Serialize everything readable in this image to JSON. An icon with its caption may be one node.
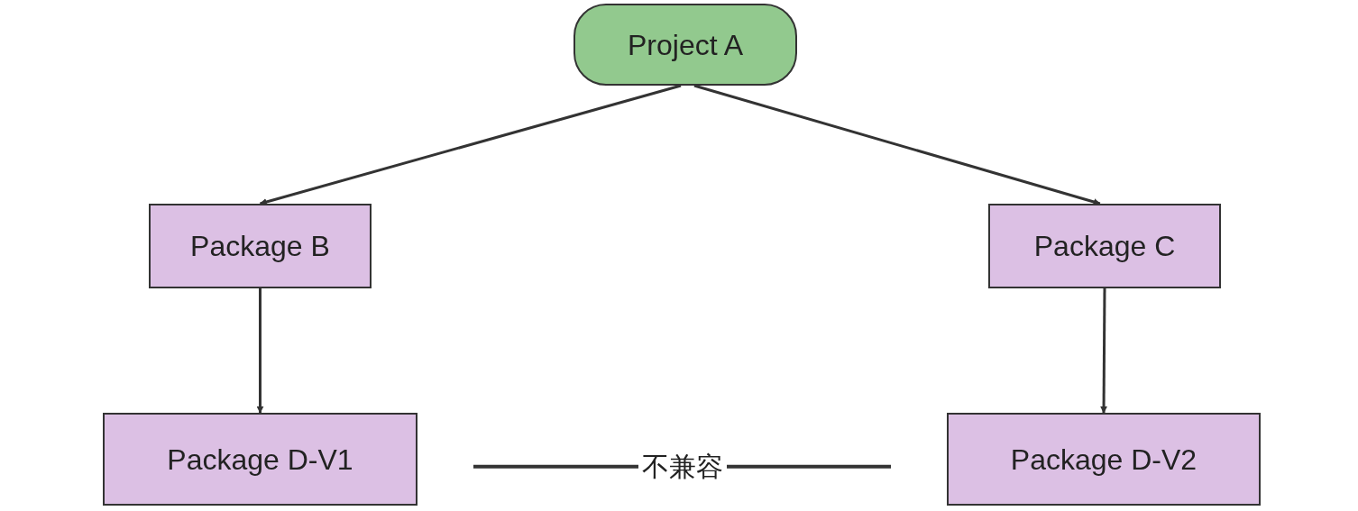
{
  "diagram": {
    "nodes": [
      {
        "text": [
          "Project A"
        ]
      },
      {
        "text": [
          "Package B"
        ]
      },
      {
        "text": [
          "Package C"
        ]
      },
      {
        "text": [
          "Package D-V1"
        ]
      },
      {
        "text": [
          "Package D-V2"
        ]
      }
    ],
    "edges": [
      {
        "from": 0,
        "to": 1,
        "arrow": "to"
      },
      {
        "from": 0,
        "to": 2,
        "arrow": "to"
      },
      {
        "from": 1,
        "to": 3,
        "arrow": "to"
      },
      {
        "from": 2,
        "to": 4,
        "arrow": "to"
      },
      {
        "from": 3,
        "to": 4,
        "arrow": "none",
        "label": "不兼容"
      }
    ]
  }
}
